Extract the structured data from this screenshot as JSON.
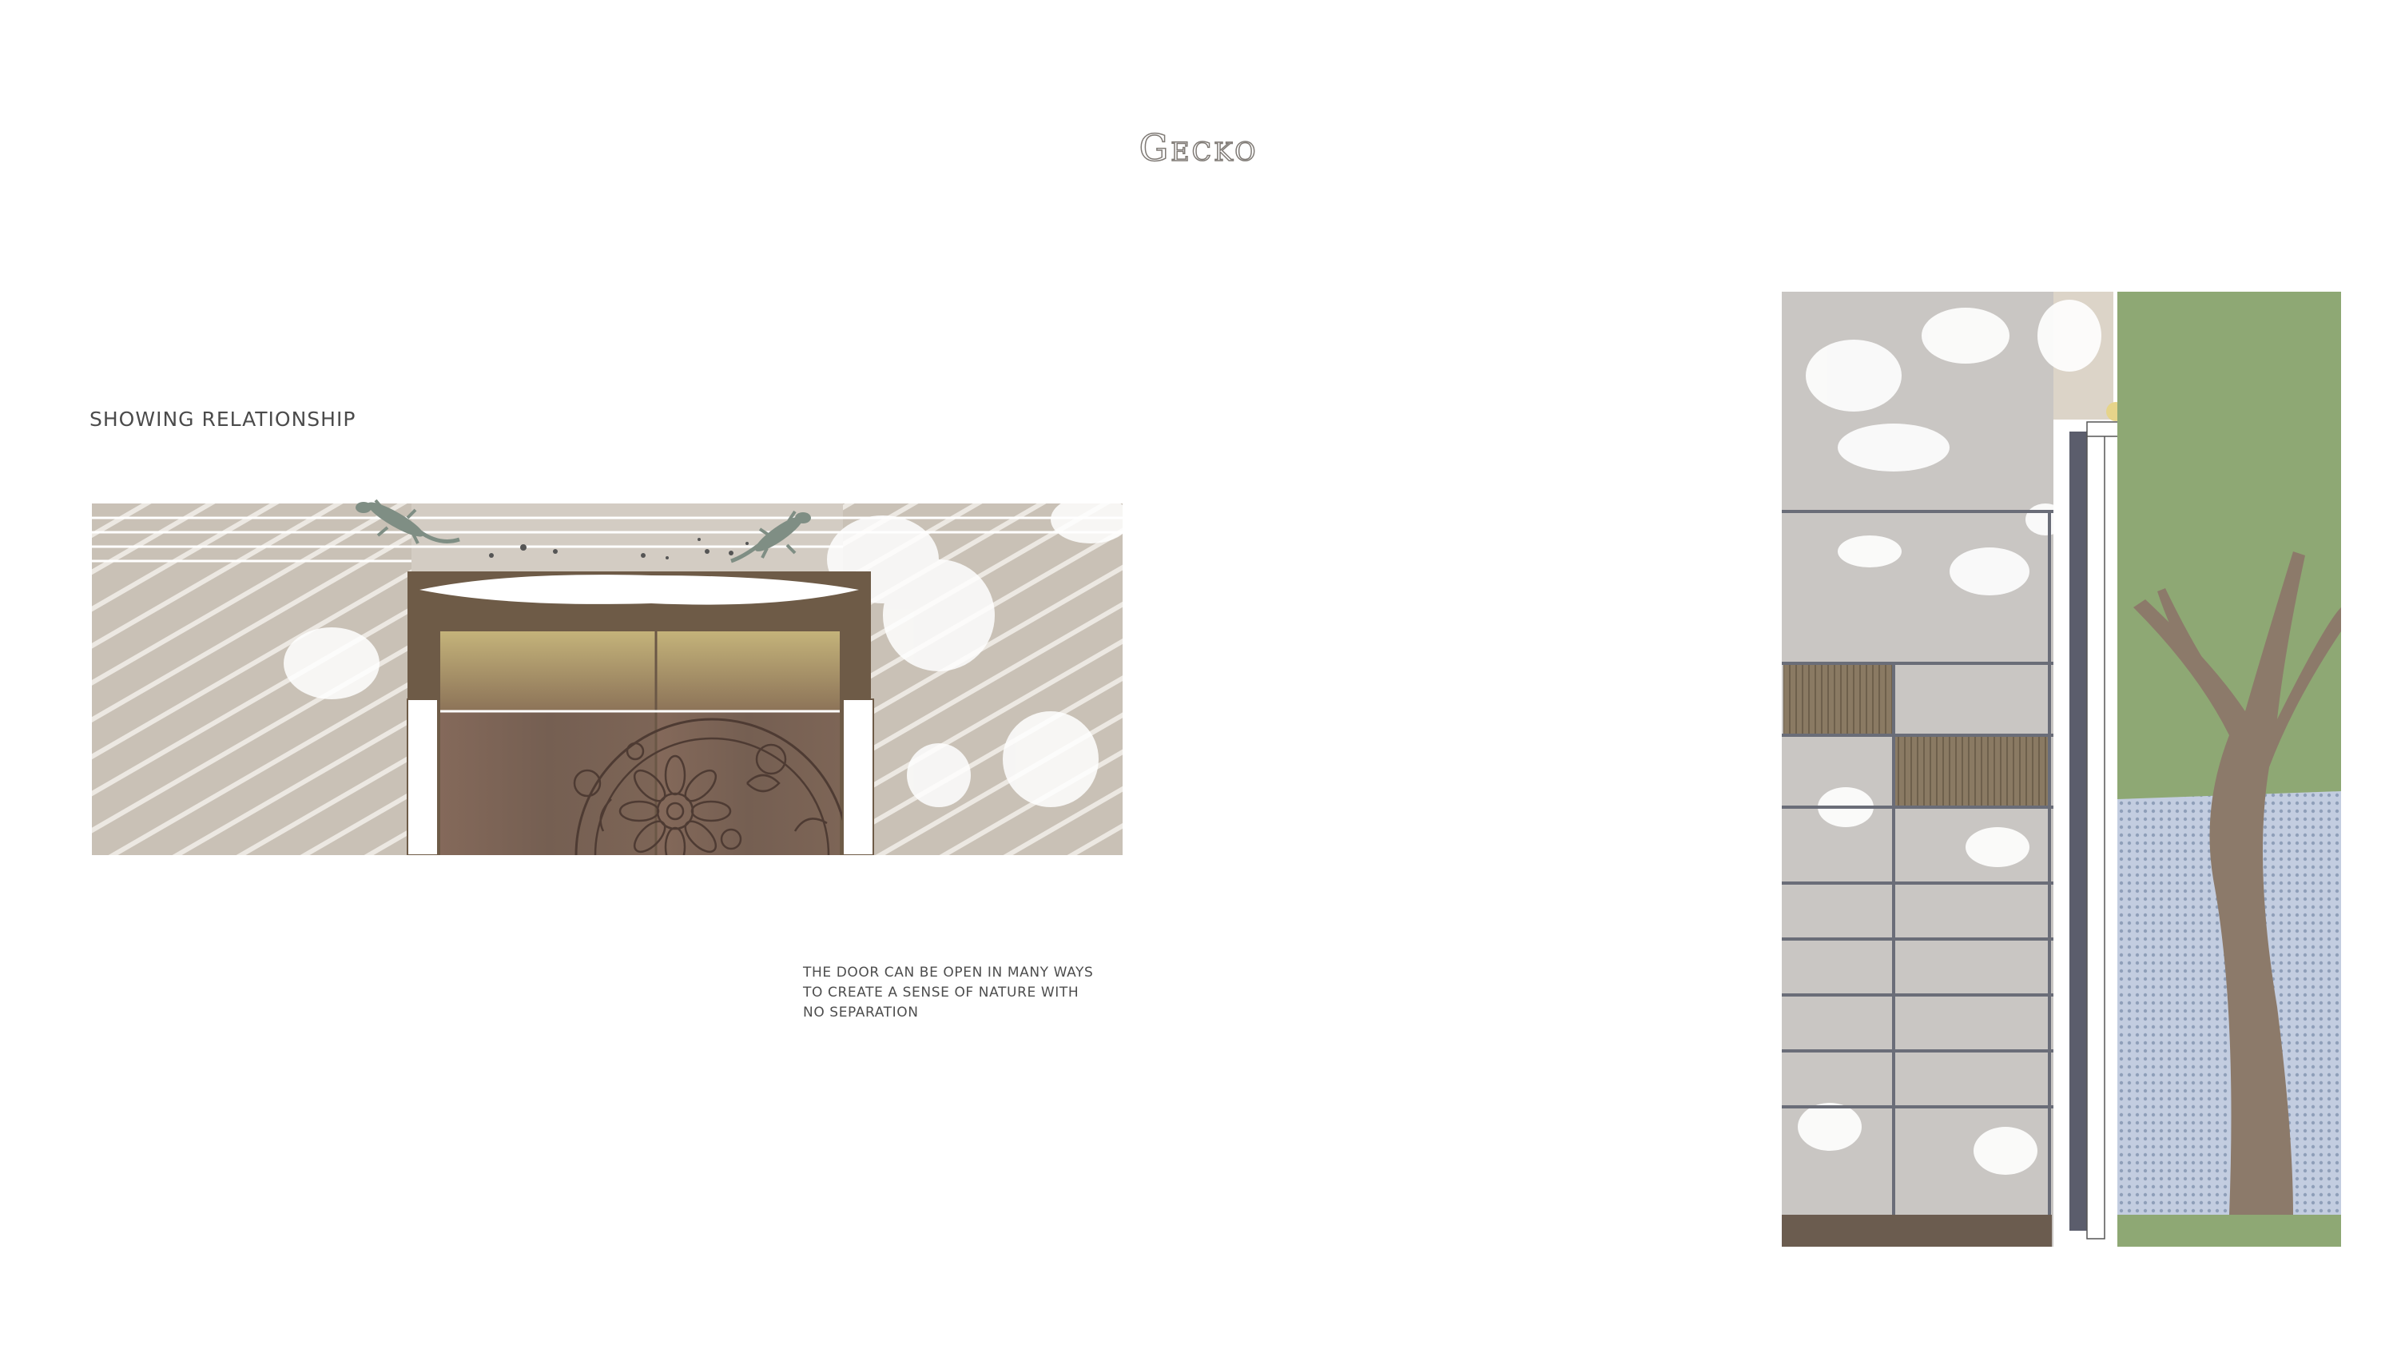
{
  "page": {
    "title": "Gecko",
    "heading": "SHOWING RELATIONSHIP",
    "caption_lines": [
      "THE DOOR CAN BE OPEN IN MANY WAYS",
      "TO CREATE A SENSE OF NATURE WITH",
      "NO SEPARATION"
    ]
  },
  "colors": {
    "stone": "#cfc9c1",
    "wood": "#7d6352",
    "glass": "#b5a56a",
    "foliage": "#8ea874",
    "trunk": "#8c7a6a",
    "water": "#b8c4d4",
    "wall": "#c9c6c3",
    "mullion": "#5b5d6c"
  },
  "icons": [
    "gecko-icon",
    "gecko-icon",
    "floral-rosette-icon",
    "tree-illustration"
  ]
}
